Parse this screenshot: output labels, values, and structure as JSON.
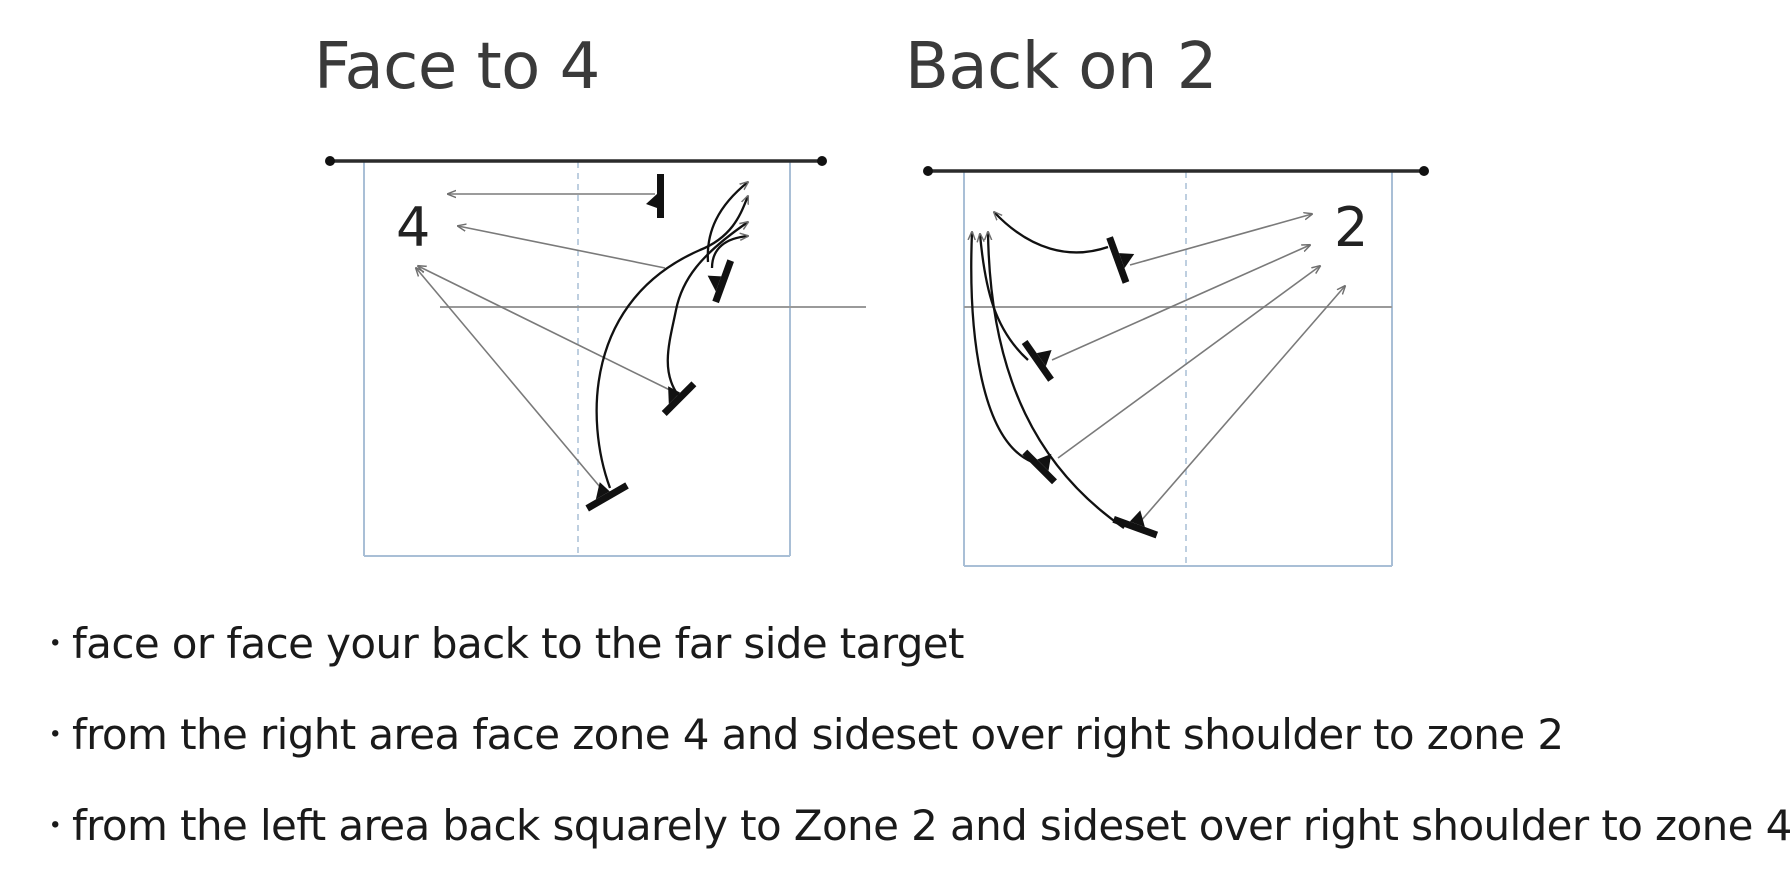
{
  "panels": [
    {
      "title": "Face to 4",
      "zone_label": "4"
    },
    {
      "title": "Back on 2",
      "zone_label": "2"
    }
  ],
  "bullet_mark": "・",
  "bullets": [
    "face or face your back to the far side target",
    "from the right area face zone 4 and sideset over right shoulder to zone 2",
    "from the left area back squarely to Zone 2 and sideset over right shoulder to zone 4"
  ],
  "colors": {
    "court_line": "#a9bfd6",
    "net_line": "#2b2b2b",
    "attack_line": "#9a9a9a",
    "arrow": "#777777",
    "path": "#111111",
    "player": "#111111"
  },
  "icons": {
    "player": "setter-player-icon",
    "arrow": "arrow-icon"
  }
}
